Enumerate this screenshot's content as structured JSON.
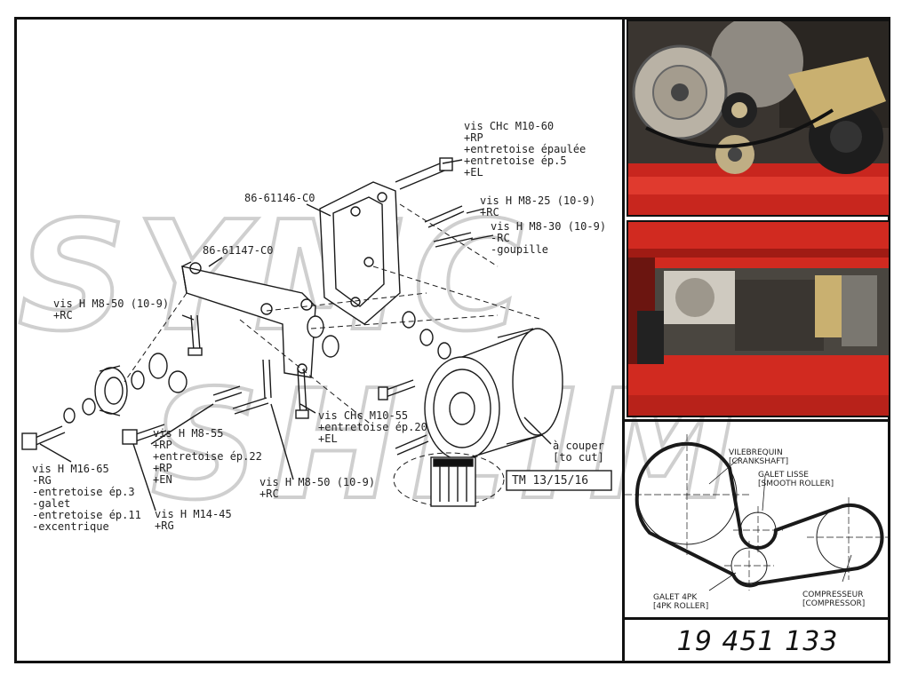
{
  "labels": {
    "screw_m10_60": "vis CHc M10-60\n+RP\n+entretoise épaulée\n+entretoise ép.5\n+EL",
    "part_86_61146": "86-61146-C0",
    "screw_m8_25": "vis H M8-25 (10-9)\n+RC",
    "screw_m8_30": "vis H M8-30 (10-9)\n-RC\n-goupille",
    "part_86_61147": "86-61147-C0",
    "screw_m8_50_left": "vis H M8-50 (10-9)\n+RC",
    "screw_m10_55": "vis CHc M10-55\n+entretoise ép.20\n+EL",
    "screw_m8_55": "vis H M8-55\n+RP\n+entretoise ép.22\n+RP\n+EN",
    "screw_m16_65": "vis H M16-65\n-RG\n-entretoise ép.3\n-galet\n-entretoise ép.11\n-excentrique",
    "screw_m14_45": "vis H M14-45\n+RG",
    "screw_m8_50_bottom": "vis H M8-50 (10-9)\n+RC",
    "cut_note": "à couper\n[to cut]",
    "tm_note": "TM 13/15/16"
  },
  "belt_diagram": {
    "crankshaft": "VILEBREQUIN\n[CRANKSHAFT]",
    "smooth_roller": "GALET LISSE\n[SMOOTH ROLLER]",
    "roller_4pk": "GALET 4PK\n[4PK ROLLER]",
    "compressor": "COMPRESSEUR\n[COMPRESSOR]"
  },
  "reference": "19 451 133",
  "colors": {
    "line": "#1a1a1a",
    "frame_red": "#c8261e",
    "watermark": "#d9d9d9"
  }
}
